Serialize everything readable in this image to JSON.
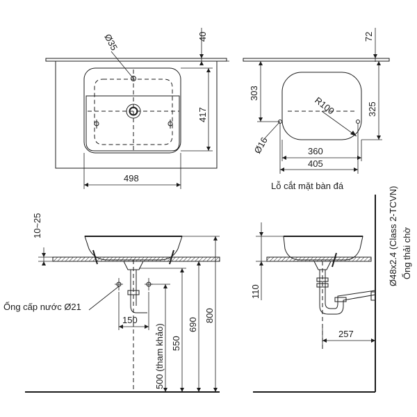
{
  "top_view": {
    "dim_width": "498",
    "dim_depth": "417",
    "dim_edge": "40",
    "dim_hole": "Ø35"
  },
  "side_top_view": {
    "dim_edge": "72",
    "dim_303": "303",
    "dim_325": "325",
    "dim_radius": "R100",
    "dim_anchor": "Ø16",
    "dim_360": "360",
    "dim_405": "405",
    "caption": "Lỗ cắt mặt bàn đá"
  },
  "front_elevation": {
    "dim_thickness": "10~25",
    "dim_150": "150",
    "dim_550": "550",
    "dim_690": "690",
    "dim_800": "800",
    "dim_500": "500 (tham khảo)",
    "supply_label": "Ống cấp nước Ø21"
  },
  "side_elevation": {
    "dim_110": "110",
    "dim_257": "257",
    "pipe_label": "Ø48x2.4 (Class 2-TCVN)",
    "drain_label": "Ống thải chờ"
  }
}
